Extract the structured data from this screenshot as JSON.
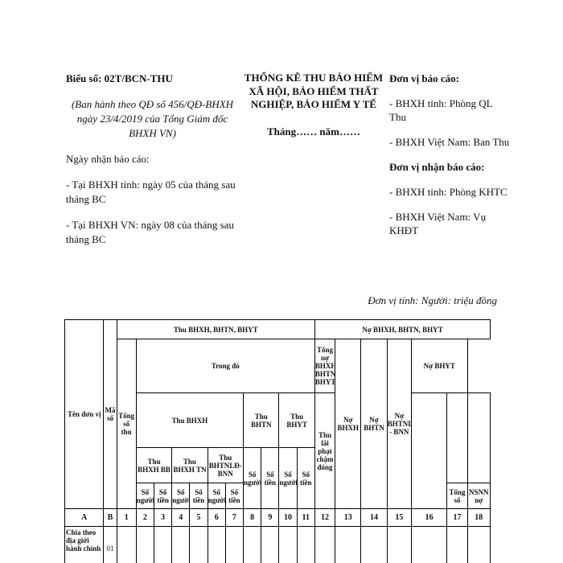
{
  "header": {
    "form_code": "Biểu số: 02T/BCN-THU",
    "issued_by": "(Ban hành theo QĐ số 456/QĐ-BHXH ngày 23/4/2019 của Tổng Giám đốc BHXH VN)",
    "receive_date_title": "Ngày nhận báo cáo:",
    "receive_province": "- Tại BHXH tỉnh: ngày 05 của tháng sau tháng BC",
    "receive_vn": "- Tại BHXH VN: ngày 08 của tháng sau tháng BC",
    "title": "THỐNG KÊ THU BẢO HIỂM XÃ HỘI, BẢO HIỂM THẤT NGHIỆP, BẢO HIỂM Y TẾ",
    "period": "Tháng…… năm……",
    "reporting_unit_title": "Đơn vị báo cáo:",
    "reporting_unit_1": "- BHXH tỉnh: Phòng QL Thu",
    "reporting_unit_2": "- BHXH Việt Nam: Ban Thu",
    "receiving_unit_title": "Đơn vị nhận báo cáo:",
    "receiving_unit_1": "- BHXH tỉnh: Phòng KHTC",
    "receiving_unit_2": "- BHXH Việt Nam: Vụ KHĐT"
  },
  "unit_note": "Đơn vị tính: Người: triệu đồng",
  "table": {
    "col_unit_name": "Tên đơn vị",
    "col_code": "Mã số",
    "group_collect": "Thu BHXH, BHTN, BHYT",
    "group_debt": "Nợ BHXH, BHTN, BHYT",
    "total_collect": "Tổng số thu",
    "of_which": "Trong đó",
    "total_debt": "Tổng nợ BHXH, BHTN BHYT",
    "debt_bhxh": "Nợ BHXH",
    "debt_bhtn": "Nợ BHTN",
    "debt_bhtnld": "Nợ BHTNLĐ - BNN",
    "debt_bhyt": "Nợ BHYT",
    "collect_bhxh": "Thu BHXH",
    "collect_bhtn": "Thu BHTN",
    "collect_bhyt": "Thu BHYT",
    "late_interest": "Thu lãi phạt chậm đóng",
    "bhxh_bb": "Thu BHXH BB",
    "bhxh_tn": "Thu BHXH TN",
    "bhtnld_bnn": "Thu BHTNLĐ- BNN",
    "persons": "Số người",
    "amount": "Số tiền",
    "debt_bhyt_total": "Tổng số",
    "debt_bhyt_nsnn": "NSNN nợ",
    "index_row": [
      "A",
      "B",
      "1",
      "2",
      "3",
      "4",
      "5",
      "6",
      "7",
      "8",
      "9",
      "10",
      "11",
      "12",
      "13",
      "14",
      "15",
      "16",
      "17",
      "18"
    ],
    "row1_label": "Chia theo địa giới hành chính",
    "row1_code": "01"
  }
}
